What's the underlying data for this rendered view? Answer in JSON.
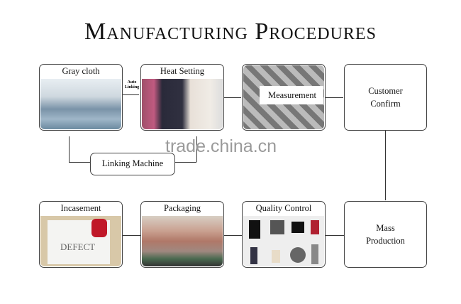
{
  "title": "Manufacturing Procedures",
  "steps": {
    "gray_cloth": "Gray cloth",
    "heat_setting": "Heat Setting",
    "measurement": "Measurement",
    "customer_confirm_1": "Customer",
    "customer_confirm_2": "Confirm",
    "linking_machine": "Linking Machine",
    "mass_production_1": "Mass",
    "mass_production_2": "Production",
    "quality_control": "Quality Control",
    "packaging": "Packaging",
    "incasement": "Incasement"
  },
  "auto_linking_1": "Auto",
  "auto_linking_2": "Linking",
  "defect_label": "DEFECT",
  "watermark": "trade.china.cn"
}
